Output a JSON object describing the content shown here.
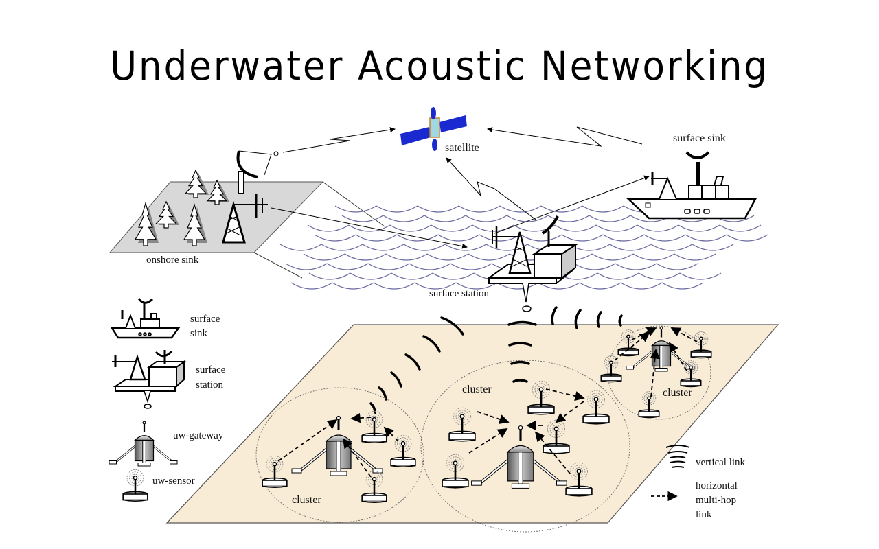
{
  "title": "Underwater Acoustic Networking",
  "colors": {
    "seabed": "#f8ecd6",
    "wave": "#6a6aa0",
    "shore": "#d8d8d8",
    "satellite_panel": "#1a2ad0",
    "ink": "#000000"
  },
  "labels": {
    "satellite": "satellite",
    "surface_sink": "surface sink",
    "onshore_sink": "onshore sink",
    "surface_station": "surface station",
    "clusters": [
      "cluster",
      "cluster",
      "cluster"
    ]
  },
  "legend_left": [
    {
      "icon": "surface-sink-icon",
      "lines": [
        "surface",
        "sink"
      ]
    },
    {
      "icon": "surface-station-icon",
      "lines": [
        "surface",
        "station"
      ]
    },
    {
      "icon": "uw-gateway-icon",
      "lines": [
        "uw-gateway"
      ]
    },
    {
      "icon": "uw-sensor-icon",
      "lines": [
        "uw-sensor"
      ]
    }
  ],
  "legend_right": [
    {
      "icon": "vertical-link-icon",
      "lines": [
        "vertical link"
      ]
    },
    {
      "icon": "horizontal-link-icon",
      "lines": [
        "horizontal",
        "multi-hop",
        "link"
      ]
    }
  ]
}
